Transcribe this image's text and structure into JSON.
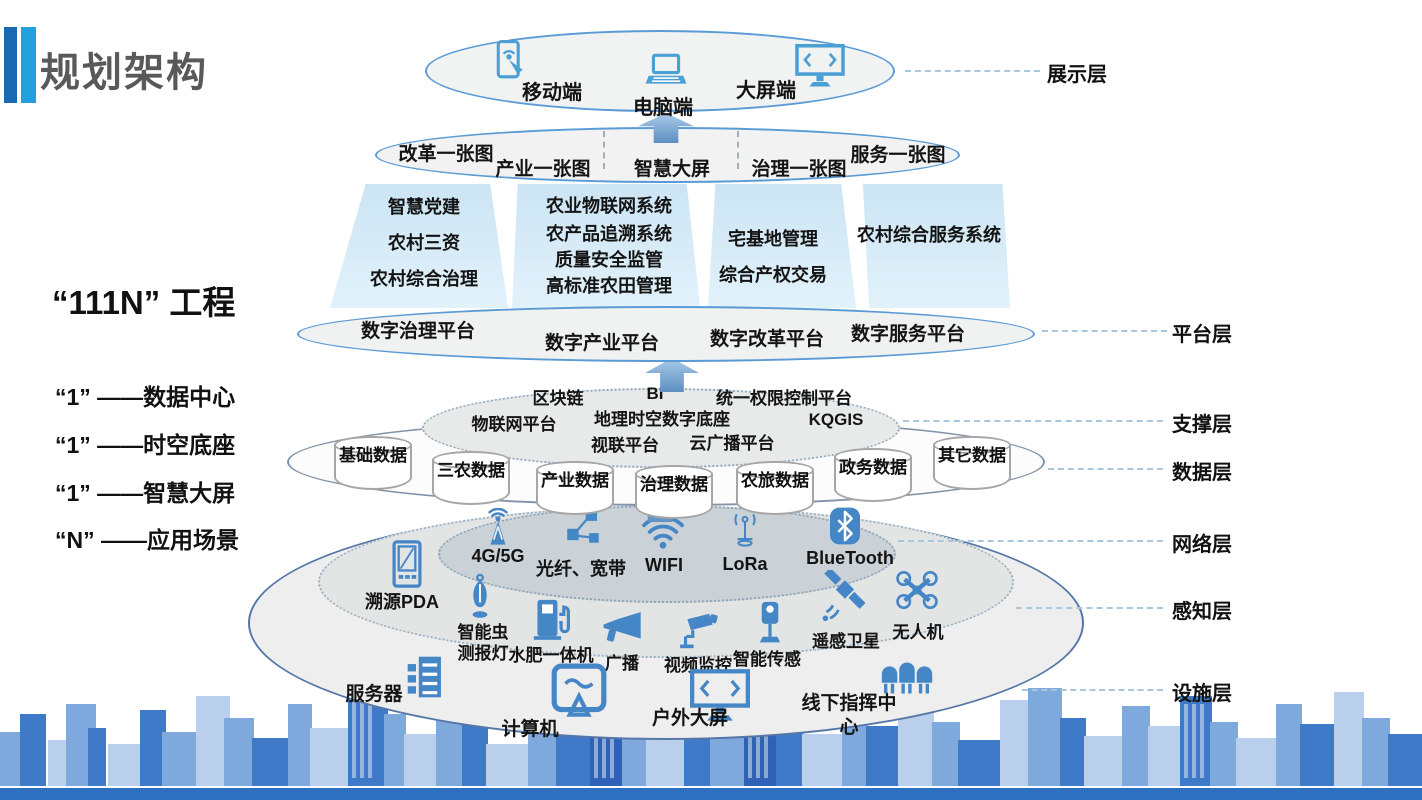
{
  "header": {
    "title": "规划架构"
  },
  "left_panel": {
    "project_title": "“111N” 工程",
    "items": [
      "“1” ——数据中心",
      "“1” ——时空底座",
      "“1” ——智慧大屏",
      "“N” ——应用场景"
    ]
  },
  "layer_labels": {
    "display": "展示层",
    "platform": "平台层",
    "support": "支撑层",
    "data": "数据层",
    "network": "网络层",
    "perception": "感知层",
    "facility": "设施层"
  },
  "display_layer": {
    "items": [
      {
        "label": "移动端",
        "icon": "mobile-phone-icon"
      },
      {
        "label": "电脑端",
        "icon": "laptop-icon"
      },
      {
        "label": "大屏端",
        "icon": "large-screen-icon"
      }
    ]
  },
  "map_layer": {
    "items": [
      "改革一张图",
      "产业一张图",
      "智慧大屏",
      "治理一张图",
      "服务一张图"
    ]
  },
  "application_columns": [
    {
      "items": [
        "智慧党建",
        "农村三资",
        "农村综合治理"
      ]
    },
    {
      "items": [
        "农业物联网系统",
        "农产品追溯系统",
        "质量安全监管",
        "高标准农田管理"
      ]
    },
    {
      "items": [
        "宅基地管理",
        "综合产权交易"
      ]
    },
    {
      "items": [
        "农村综合服务系统"
      ]
    }
  ],
  "platform_layer": {
    "items": [
      "数字治理平台",
      "数字产业平台",
      "数字改革平台",
      "数字服务平台"
    ]
  },
  "support_layer": {
    "items": [
      "区块链",
      "BI",
      "统一权限控制平台",
      "物联网平台",
      "地理时空数字底座",
      "KQGIS",
      "视联平台",
      "云广播平台"
    ]
  },
  "data_layer": {
    "cylinders": [
      "基础数据",
      "三农数据",
      "产业数据",
      "治理数据",
      "农旅数据",
      "政务数据",
      "其它数据"
    ]
  },
  "network_layer": {
    "items": [
      {
        "label": "4G/5G",
        "icon": "cellular-antenna-icon"
      },
      {
        "label": "光纤、宽带",
        "icon": "fiber-network-icon"
      },
      {
        "label": "WIFI",
        "icon": "wifi-icon"
      },
      {
        "label": "LoRa",
        "icon": "lora-antenna-icon"
      },
      {
        "label": "BlueTooth",
        "icon": "bluetooth-icon"
      }
    ]
  },
  "perception_layer": {
    "items": [
      {
        "label": "溯源PDA",
        "icon": "pda-icon"
      },
      {
        "label": "智能虫测报灯",
        "icon": "insect-lamp-icon"
      },
      {
        "label": "水肥一体机",
        "icon": "fertigation-machine-icon"
      },
      {
        "label": "广播",
        "icon": "loudspeaker-icon"
      },
      {
        "label": "视频监控",
        "icon": "cctv-camera-icon"
      },
      {
        "label": "智能传感",
        "icon": "smart-sensor-icon"
      },
      {
        "label": "遥感卫星",
        "icon": "satellite-icon"
      },
      {
        "label": "无人机",
        "icon": "drone-icon"
      }
    ]
  },
  "facility_layer": {
    "items": [
      {
        "label": "服务器",
        "icon": "server-icon"
      },
      {
        "label": "计算机",
        "icon": "computer-icon"
      },
      {
        "label": "户外大屏",
        "icon": "outdoor-screen-icon"
      },
      {
        "label": "线下指挥中心",
        "icon": "command-center-icon"
      }
    ]
  },
  "colors": {
    "accent_dark_blue": "#1b6ab1",
    "accent_light_blue": "#22a0dd",
    "icon_blue": "#4486c6",
    "ellipse_stroke": "#5b9bd5",
    "title_gray": "#595959",
    "skyline_bar": "#2e6fc0"
  }
}
